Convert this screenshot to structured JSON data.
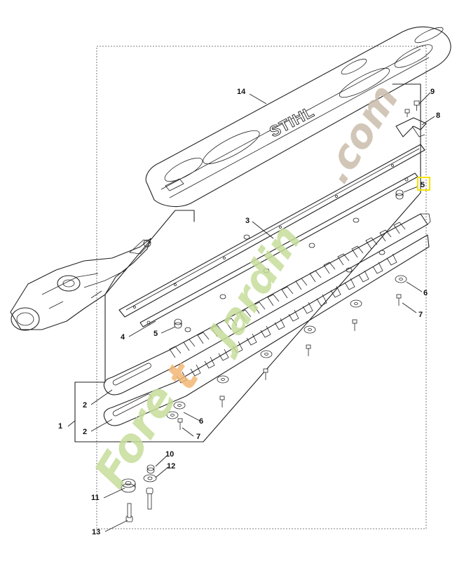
{
  "brand_logo_text": "STIHL",
  "callouts": {
    "c1": "1",
    "c2a": "2",
    "c2b": "2",
    "c3": "3",
    "c4": "4",
    "c5a": "5",
    "c5b": "5",
    "c6a": "6",
    "c6b": "6",
    "c7a": "7",
    "c7b": "7",
    "c8": "8",
    "c9": "9",
    "c10": "10",
    "c11": "11",
    "c12": "12",
    "c13": "13",
    "c14": "14"
  },
  "highlight": {
    "part": "5",
    "color": "#f2e400"
  },
  "watermark": {
    "w1": "Fore",
    "w2": "t",
    "w3": "Jardin",
    "w4": ".com",
    "colors": {
      "green": "#c6dd9a",
      "orange": "#f3b774",
      "tan": "#c9bcaa"
    }
  }
}
